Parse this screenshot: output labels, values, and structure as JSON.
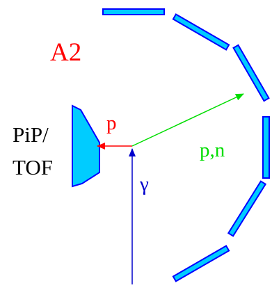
{
  "diagram": {
    "title": "A2",
    "detector_label_line1": "PiP/",
    "detector_label_line2": "TOF",
    "proton_label": "p",
    "scattered_label": "p,n",
    "photon_label": "γ"
  },
  "colors": {
    "title": "#ff0000",
    "segments_fill": "#00ccff",
    "segments_stroke": "#0000ff",
    "proton_arrow": "#ff0000",
    "scattered_arrow": "#00dd00",
    "photon_arrow": "#0000cc",
    "detector_label": "#000000"
  }
}
